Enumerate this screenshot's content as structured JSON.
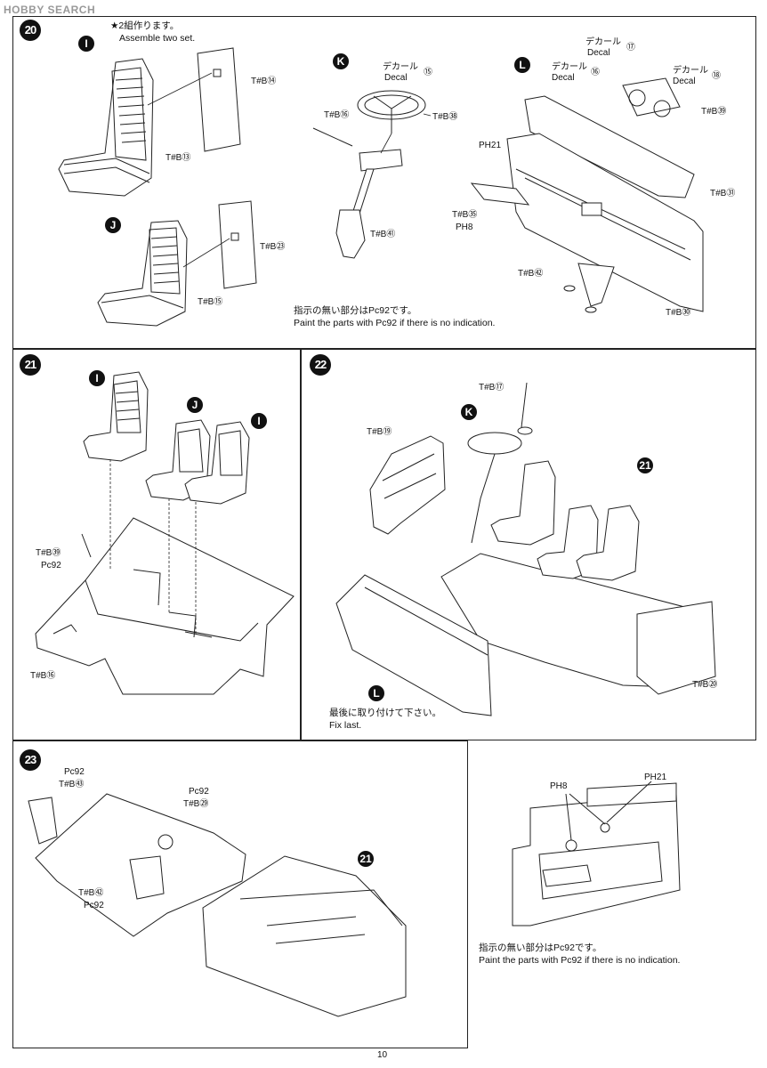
{
  "watermark": {
    "brand": "HOBBY",
    "suffix": "SEARCH"
  },
  "page_number": "10",
  "steps": {
    "s20": {
      "number": "20",
      "star_note": "★2組作ります。",
      "star_note_en": "Assemble two set.",
      "sub_i": "I",
      "sub_j": "J",
      "sub_k": "K",
      "sub_l": "L",
      "labels": {
        "tb14": "T#B⑭",
        "tb13": "T#B⑬",
        "tb23": "T#B㉓",
        "tb15": "T#B⑮",
        "tb16": "T#B⑯",
        "tb38": "T#B㊳",
        "tb41": "T#B㊶",
        "decal15_jp": "デカール",
        "decal15_en": "Decal",
        "decal15_no": "⑮",
        "decal17_jp": "デカール",
        "decal17_en": "Decal",
        "decal17_no": "⑰",
        "decal16_jp": "デカール",
        "decal16_en": "Decal",
        "decal16_no": "⑯",
        "decal18_jp": "デカール",
        "decal18_en": "Decal",
        "decal18_no": "⑱",
        "tb39": "T#B㊴",
        "ph21": "PH21",
        "tb31": "T#B㉛",
        "tb35": "T#B㉟",
        "ph8": "PH8",
        "tb42": "T#B㊷",
        "tb30": "T#B㉚"
      },
      "note_jp": "指示の無い部分はPc92です。",
      "note_en": "Paint the parts with Pc92 if there is no indication."
    },
    "s21": {
      "number": "21",
      "sub_i1": "I",
      "sub_j": "J",
      "sub_i2": "I",
      "labels": {
        "tb39": "T#B㊴",
        "pc92": "Pc92",
        "tb16": "T#B⑯"
      }
    },
    "s22": {
      "number": "22",
      "sub_k": "K",
      "sub_l": "L",
      "ref21": "21",
      "labels": {
        "tb17": "T#B⑰",
        "tb19": "T#B⑲",
        "tb20": "T#B⑳"
      },
      "note_jp": "最後に取り付けて下さい。",
      "note_en": "Fix last."
    },
    "s23": {
      "number": "23",
      "ref21": "21",
      "labels": {
        "pc92a": "Pc92",
        "tb53": "T#B㊸",
        "pc92b": "Pc92",
        "tb29": "T#B㉙",
        "tb52": "T#B㊷",
        "pc92c": "Pc92"
      }
    },
    "detail": {
      "labels": {
        "ph8": "PH8",
        "ph21": "PH21"
      },
      "note_jp": "指示の無い部分はPc92です。",
      "note_en": "Paint the parts with Pc92 if there is no indication."
    }
  }
}
